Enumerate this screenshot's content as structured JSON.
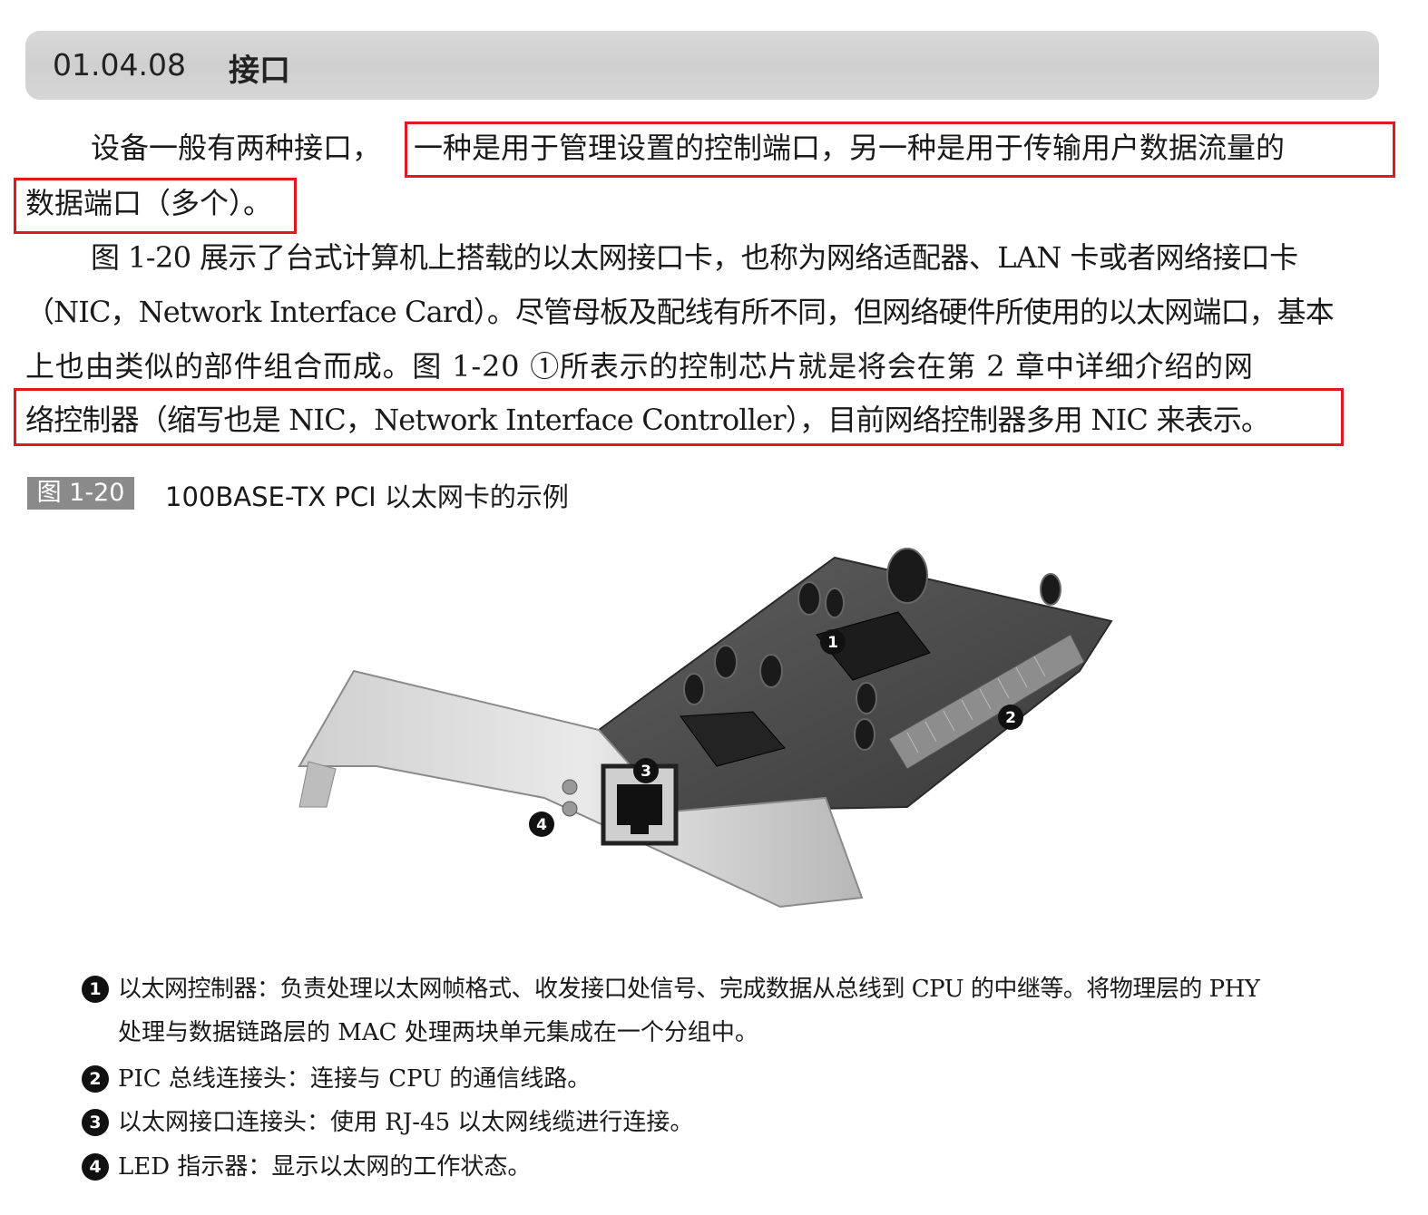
{
  "section": {
    "number": "01.04.08",
    "title": "接口"
  },
  "paragraph1": {
    "line1_prefix": "设备一般有两种接口，",
    "line1_highlight": "一种是用于管理设置的控制端口，另一种是用于传输用户数据流量的",
    "line2_highlight": "数据端口（多个）。"
  },
  "paragraph2": {
    "line1": "图 1-20 展示了台式计算机上搭载的以太网接口卡，也称为网络适配器、LAN 卡或者网络接口卡",
    "line2": "（NIC，Network Interface Card）。尽管母板及配线有所不同，但网络硬件所使用的以太网端口，基本",
    "line3": "上也由类似的部件组合而成。图 1-20 ①所表示的控制芯片就是将会在第 2 章中详细介绍的网",
    "line4_highlight": "络控制器（缩写也是 NIC，Network Interface Controller），目前网络控制器多用 NIC 来表示。"
  },
  "figure": {
    "tag": "图 1-20",
    "title": "100BASE-TX PCI 以太网卡的示例",
    "callouts": [
      "1",
      "2",
      "3",
      "4"
    ]
  },
  "notes": [
    {
      "num": "1",
      "line1": "以太网控制器：负责处理以太网帧格式、收发接口处信号、完成数据从总线到 CPU 的中继等。将物理层的 PHY",
      "line2": "处理与数据链路层的 MAC 处理两块单元集成在一个分组中。"
    },
    {
      "num": "2",
      "line1": "PIC 总线连接头：连接与 CPU 的通信线路。"
    },
    {
      "num": "3",
      "line1": "以太网接口连接头：使用 RJ-45 以太网线缆进行连接。"
    },
    {
      "num": "4",
      "line1": "LED 指示器：显示以太网的工作状态。"
    }
  ],
  "colors": {
    "highlight_box": "#e0191f",
    "section_bar": "#d4d4d4",
    "figure_tag": "#8a8a8a"
  }
}
